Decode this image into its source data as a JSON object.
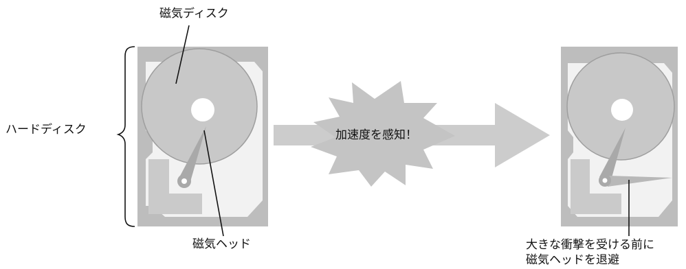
{
  "labels": {
    "magnetic_disk": "磁気ディスク",
    "hard_disk": "ハードディスク",
    "acceleration": "加速度を感知！",
    "magnetic_head": "磁気ヘッド",
    "retract_line1": "大きな衝撃を受ける前に",
    "retract_line2": "磁気ヘッドを退避"
  },
  "colors": {
    "case_gray": "#bdbdbd",
    "case_inner": "#f2f2f2",
    "platter": "#c8c8c8",
    "arm": "#a9a9a9",
    "arrow": "#cccccc",
    "starburst": "#c4c4c4",
    "line": "#111111"
  }
}
